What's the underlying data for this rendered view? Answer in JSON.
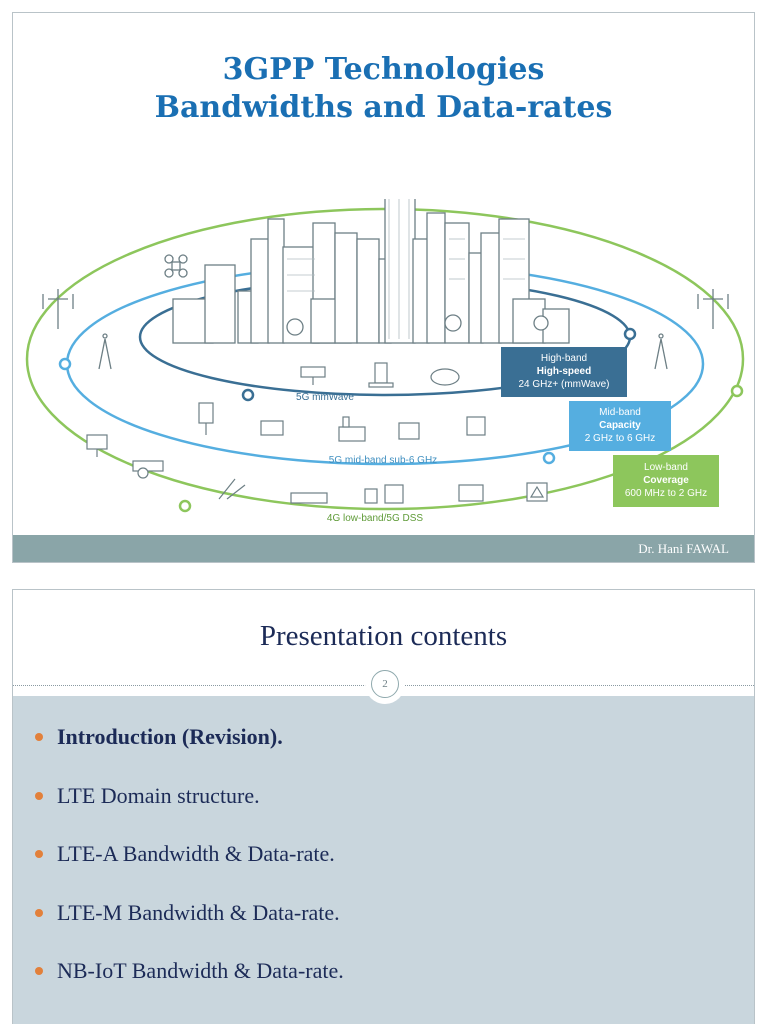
{
  "slide1": {
    "title_line1": "3GPP Technologies",
    "title_line2": "Bandwidths and Data-rates",
    "author": "Dr. Hani FAWAL",
    "illustration": {
      "rings": {
        "mmwave": "5G mmWave",
        "midband": "5G mid-band sub-6 GHz",
        "lowband": "4G low-band/5G DSS"
      },
      "boxes": {
        "high": {
          "line1": "High-band",
          "line2": "High-speed",
          "line3": "24 GHz+ (mmWave)",
          "color": "#3a6f94"
        },
        "mid": {
          "line1": "Mid-band",
          "line2": "Capacity",
          "line3": "2 GHz to 6 GHz",
          "color": "#55aee0"
        },
        "low": {
          "line1": "Low-band",
          "line2": "Coverage",
          "line3": "600 MHz to 2 GHz",
          "color": "#8dc65c"
        }
      }
    }
  },
  "slide2": {
    "title": "Presentation contents",
    "page_number": "2",
    "items": [
      {
        "label": "Introduction (Revision).",
        "bold": true
      },
      {
        "label": "LTE Domain structure.",
        "bold": false
      },
      {
        "label": "LTE-A Bandwidth & Data-rate.",
        "bold": false
      },
      {
        "label": "LTE-M Bandwidth & Data-rate.",
        "bold": false
      },
      {
        "label": "NB-IoT Bandwidth & Data-rate.",
        "bold": false
      }
    ]
  }
}
